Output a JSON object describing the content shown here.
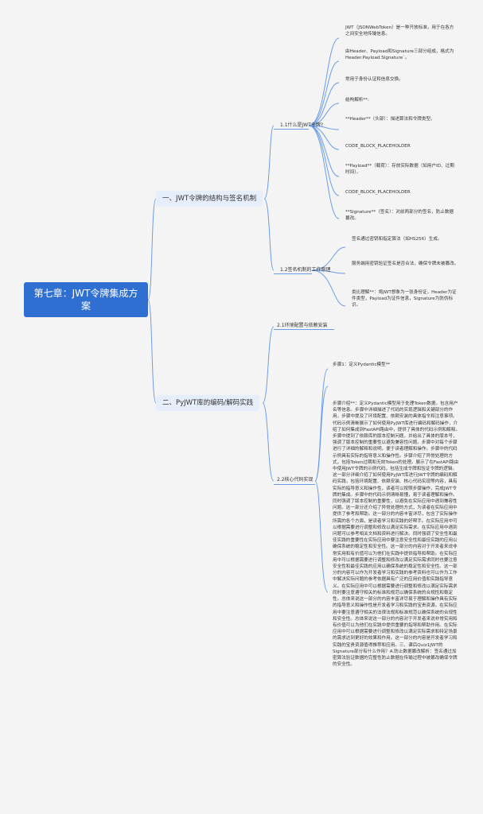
{
  "root": {
    "title": "第七章：JWT令牌集成方案"
  },
  "branches": [
    {
      "label": "一、JWT令牌的结构与签名机制",
      "children": [
        {
          "label": "1.1什么是JWT令牌?",
          "leaves": [
            "JWT（JSONWebToken）是一种开放标准，用于在各方之间安全地传输信息。",
            "由Header、Payload和Signature三部分组成，格式为 Header.Payload.Signature`。",
            "常用于身份认证和信息交换。",
            "结构解析**:",
            "**Header**（头部）：描述算法和令牌类型。",
            "CODE_BLOCK_PLACEHOLDER",
            "**Payload**（载荷）：存放实际数据（如用户ID、过期时间）。",
            "CODE_BLOCK_PLACEHOLDER",
            "**Signature**（签名）：对前两部分的签名，防止数据篡改。"
          ]
        },
        {
          "label": "1.2签名机制的工作原理",
          "leaves": [
            "签名通过密钥和指定算法（如HS256）生成。",
            "服务端用密钥验证签名是否合法，确保令牌未被篡改。",
            "类比理解**：将JWT想象为一张身份证，Header为证件类型，Payload为证件信息，Signature为防伪标识。"
          ]
        }
      ]
    },
    {
      "label": "二、PyJWT库的编码/解码实践",
      "children": [
        {
          "label": "2.1环境配置与依赖安装",
          "leaves": []
        },
        {
          "label": "2.2核心代码实现",
          "leaves": [
            "步骤1：定义Pydantic模型**",
            "",
            "步骤介绍**：定义Pydantic模型用于处理Token数据。包含用户名等信息。步骤中详细描述了代码的实现逻辑和关键部分的作用，步骤中提及了环境配置、依赖安装的具体指令和注意事项。代码示例清晰展示了如何使用PyJWT库进行编码和解码操作，介绍了如何集成到FastAPI路由中，提供了具体的代码示例和解释。步骤中提到了依赖库的版本控制问题，并给出了具体的版本号，强调了版本控制的重要性以避免兼容性问题。步骤中对每个步骤进行了详细的解释和说明，便于读者理解和操作。步骤中的代码示例具有实际的指导意义和操作性。步骤介绍了异常处理的方式，包括Token过期和无效Token的处理。展示了在FastAPI路由中使用JWT令牌的示例代码，包括生成令牌和验证令牌的逻辑。这一部分详细介绍了如何使用PyJWT库进行JWT令牌的编码和解码实践，包括环境配置、依赖安装、核心代码实现等内容，具有实际的指导意义和操作性，读者可以按照步骤操作，完成JWT令牌的集成。步骤中的代码示例清晰易懂，易于读者理解和操作。同时强调了版本控制的重要性，以避免在实际应用中遇到兼容性问题。这一部分还介绍了异常处理的方式，为读者在实际应用中提供了参考和帮助。这一部分的内容丰富详尽，包含了实际操作所需的各个方面，是读者学习和实践的好帮手。在实际应用中可以根据需要进行调整和修改以满足实际需求。在实际应用中遇到问题可以参考相关文档和资料进行解决。同时强调了安全性和最佳实践的重要性在实际应用中要注意安全性和最佳实践的应用以确保系统的稳定性和安全性。这一部分的内容对于开发者来说非常实用和有价值可以为他们在实践中提供指导和帮助。在实际应用中可以根据需要进行调整和修改以满足实际需求同时也要注意安全性和最佳实践的应用以确保系统的稳定性和安全性。这一部分的内容可以作为开发者学习和实践的参考资料也可以作为工作中解决实际问题的参考依据具有广泛的应用价值和实践指导意义。在实际应用中可以根据需要进行调整和修改以满足实际需求同时要注意遵守相关的标准和规范以确保系统的合规性和稳定性。总体来说这一部分的内容丰富详尽易于理解和操作具有实际的指导意义和操作性是开发者学习和实践的宝贵资源。在实际应用中要注意遵守相关的法律法规和标准规范以确保系统的合规性和安全性。总体来说这一部分的内容对于开发者来说非常实用和有价值可以为他们在实践中提供重要的指导和帮助作用。在实际应用中可以根据需要进行调整和修改以满足实际需求和特定场景的需求达到更好的效果和作用。这一部分的内容是开发者学习和实践的宝贵资源值得推荐和应用。三、课后Quiz1JWT的Signature部分有什么作用？A.防止数据篡改解析：签名通过加密算法验证数据的完整性防止数据在传输过程中被篡改确保令牌的安全性。"
          ]
        }
      ]
    }
  ],
  "colors": {
    "root": "#2f6fd1",
    "branch_bg": "#e7eefb",
    "connector": "#6b9de8",
    "background": "#f4f4f4"
  }
}
